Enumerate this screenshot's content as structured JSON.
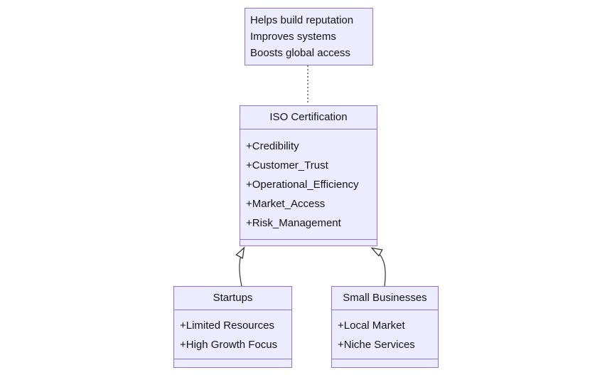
{
  "diagram": {
    "type": "uml-class-diagram",
    "note": {
      "lines": [
        "Helps build reputation",
        "Improves systems",
        "Boosts global access"
      ]
    },
    "classes": {
      "iso": {
        "title": "ISO Certification",
        "attributes": [
          "+Credibility",
          "+Customer_Trust",
          "+Operational_Efficiency",
          "+Market_Access",
          "+Risk_Management"
        ],
        "methods": []
      },
      "startups": {
        "title": "Startups",
        "attributes": [
          "+Limited Resources",
          "+High Growth Focus"
        ],
        "methods": []
      },
      "small_businesses": {
        "title": "Small Businesses",
        "attributes": [
          "+Local Market",
          "+Niche Services"
        ],
        "methods": []
      }
    },
    "relations": [
      {
        "from": "Startups",
        "to": "ISO Certification",
        "type": "inheritance"
      },
      {
        "from": "Small Businesses",
        "to": "ISO Certification",
        "type": "inheritance"
      },
      {
        "from": "note",
        "to": "ISO Certification",
        "type": "dotted-attachment"
      }
    ],
    "colors": {
      "node_fill": "#ECECFF",
      "node_border": "#9370DB",
      "edge_line": "#333333",
      "text": "#131313",
      "background": "#FFFFFF"
    }
  }
}
